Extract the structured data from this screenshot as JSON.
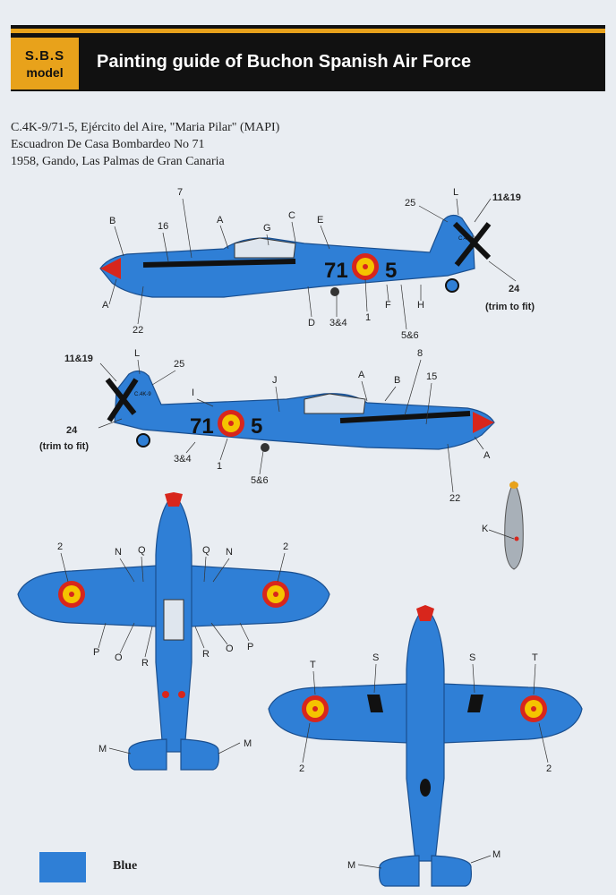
{
  "header": {
    "logo_line1": "S.B.S",
    "logo_line2": "model",
    "title": "Painting guide of Buchon Spanish Air Force"
  },
  "info": {
    "line1": "C.4K-9/71-5, Ejército del Aire, \"Maria Pilar\" (MAPI)",
    "line2": "Escuadron De Casa Bombardeo No 71",
    "line3": "1958, Gando, Las Palmas de Gran Canaria"
  },
  "code": {
    "unit": "71",
    "number": "5",
    "tail": "C.4K-9"
  },
  "side1": {
    "l7": "7",
    "lB": "B",
    "l16": "16",
    "lA1": "A",
    "lG": "G",
    "lC": "C",
    "lE": "E",
    "l25": "25",
    "lL": "L",
    "l1119": "11&19",
    "lA2": "A",
    "l22": "22",
    "lD": "D",
    "l34": "3&4",
    "l1": "1",
    "lF": "F",
    "l56": "5&6",
    "lH": "H",
    "l24": "24",
    "trim": "(trim to fit)"
  },
  "side2": {
    "l1119": "11&19",
    "lL": "L",
    "l25": "25",
    "lI": "I",
    "lJ": "J",
    "lA1": "A",
    "lB": "B",
    "l8": "8",
    "l15": "15",
    "l24": "24",
    "trim": "(trim to fit)",
    "l34": "3&4",
    "l1": "1",
    "l56": "5&6",
    "lA2": "A",
    "l22": "22"
  },
  "top": {
    "l2a": "2",
    "lN1": "N",
    "lQ1": "Q",
    "lQ2": "Q",
    "lN2": "N",
    "l2b": "2",
    "lP1": "P",
    "lO1": "O",
    "lR1": "R",
    "lR2": "R",
    "lO2": "O",
    "lP2": "P",
    "lM1": "M",
    "lM2": "M"
  },
  "bottom": {
    "lT1": "T",
    "lS1": "S",
    "lS2": "S",
    "lT2": "T",
    "l2a": "2",
    "l2b": "2",
    "lM1": "M",
    "lM2": "M"
  },
  "tank": {
    "lK": "K"
  },
  "legend": {
    "label": "Blue"
  },
  "colors": {
    "blue": "#2f7fd6",
    "accent": "#e8a21b",
    "roundel_red": "#d8261c",
    "roundel_yellow": "#f5c400"
  }
}
